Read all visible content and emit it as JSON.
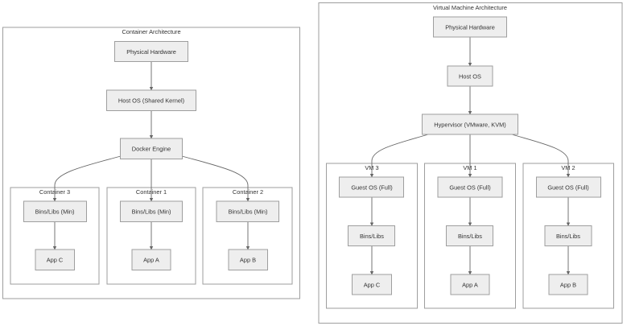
{
  "colors": {
    "node_fill": "#eeeeee",
    "node_stroke": "#9e9e9e",
    "cluster_fill": "#ffffff",
    "cluster_stroke": "#9e9e9e",
    "edge": "#666666",
    "text": "#333333"
  },
  "container_arch": {
    "title": "Container Architecture",
    "nodes": {
      "hardware": "Physical Hardware",
      "host_os": "Host OS (Shared Kernel)",
      "engine": "Docker Engine"
    },
    "containers": [
      {
        "title": "Container 3",
        "bins": "Bins/Libs (Min)",
        "app": "App C"
      },
      {
        "title": "Container 1",
        "bins": "Bins/Libs (Min)",
        "app": "App A"
      },
      {
        "title": "Container 2",
        "bins": "Bins/Libs (Min)",
        "app": "App B"
      }
    ]
  },
  "vm_arch": {
    "title": "Virtual Machine Architecture",
    "nodes": {
      "hardware": "Physical Hardware",
      "host_os": "Host OS",
      "hypervisor": "Hypervisor (VMware, KVM)"
    },
    "vms": [
      {
        "title": "VM 3",
        "guest_os": "Guest OS (Full)",
        "bins": "Bins/Libs",
        "app": "App C"
      },
      {
        "title": "VM 1",
        "guest_os": "Guest OS (Full)",
        "bins": "Bins/Libs",
        "app": "App A"
      },
      {
        "title": "VM 2",
        "guest_os": "Guest OS (Full)",
        "bins": "Bins/Libs",
        "app": "App B"
      }
    ]
  }
}
